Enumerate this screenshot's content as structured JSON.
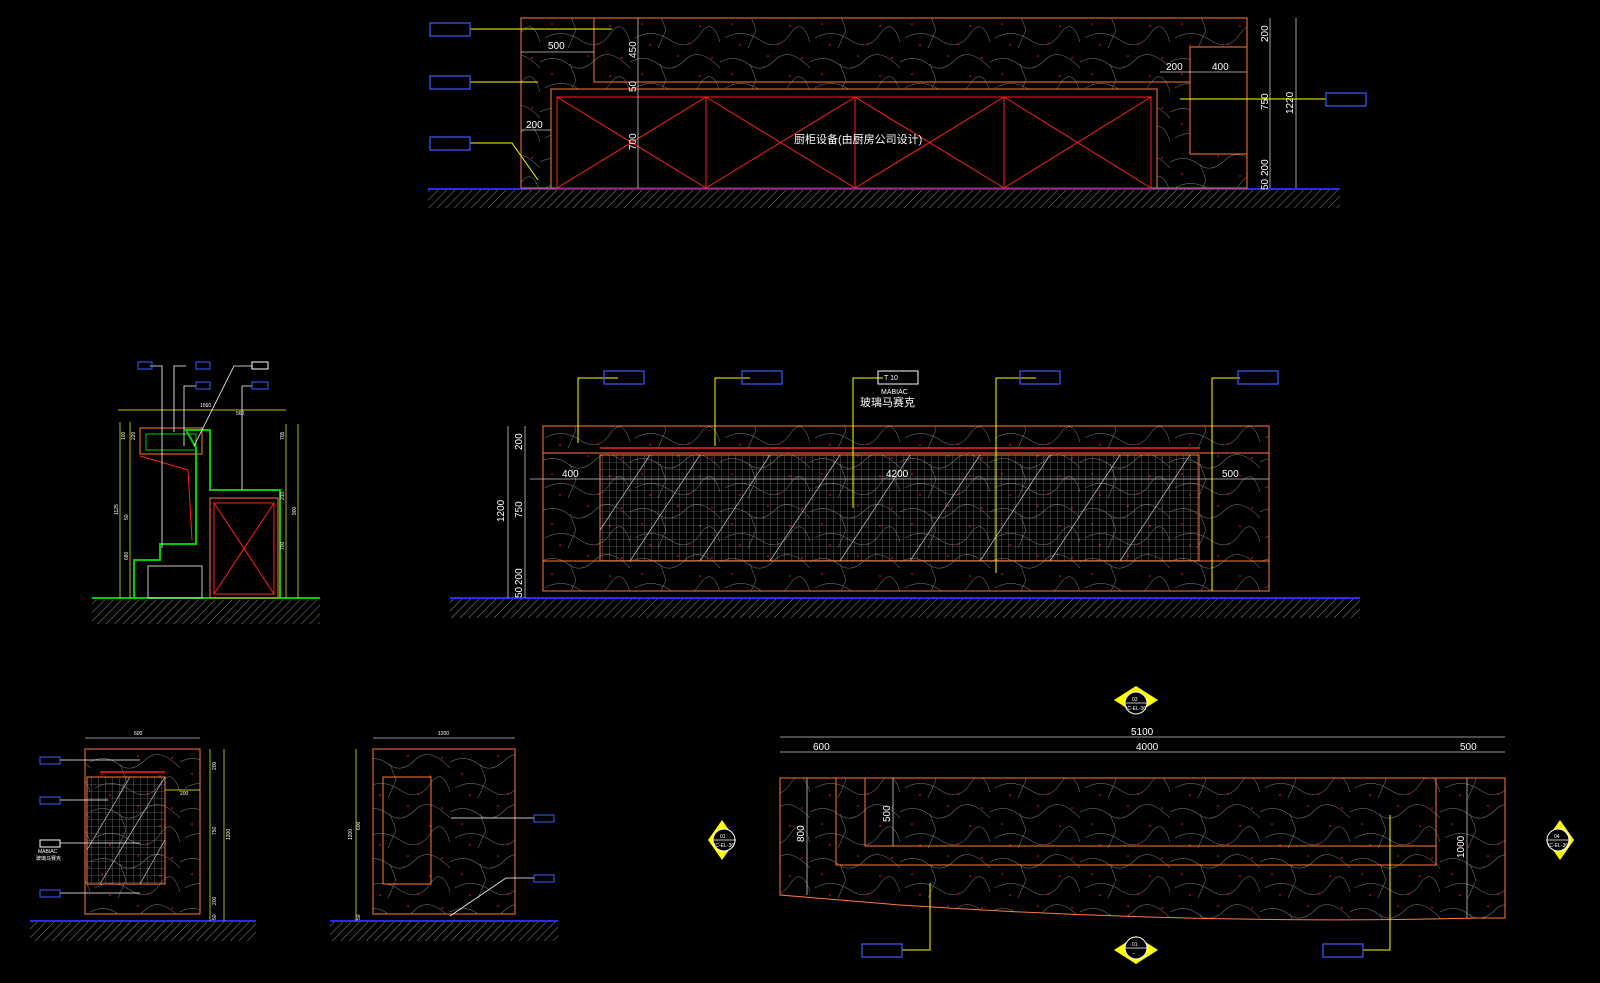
{
  "colors": {
    "background": "#000000",
    "outline": "#ff7a3c",
    "red": "#ff2020",
    "dimension": "#c8c8c8",
    "leader": "#ffff00",
    "tag": "#3c5cff",
    "ground": "#2828ff",
    "green": "#00cc00",
    "text": "#ffffff"
  },
  "elevation_top": {
    "dims": [
      "500",
      "450",
      "50",
      "700",
      "200",
      "200",
      "400",
      "200",
      "750",
      "1220",
      "200",
      "50"
    ],
    "note": "厨柜设备(由厨房公司设计)"
  },
  "elevation_front": {
    "material_code": "T   10",
    "material_name_en": "MABIAC",
    "material_name_cn": "玻璃马赛克",
    "dims_left": [
      "200",
      "750",
      "1200",
      "200",
      "50"
    ],
    "dims_inner": [
      "400",
      "4200",
      "500"
    ]
  },
  "section_side": {
    "dims": [
      "1560",
      "560",
      "100",
      "220",
      "1125",
      "50",
      "680",
      "705",
      "210",
      "700",
      "900"
    ]
  },
  "small_left": {
    "dims": [
      "600",
      "200",
      "200",
      "750",
      "1200",
      "200",
      "50"
    ],
    "tag_label": "MABIAC",
    "tag_label_cn": "玻璃马赛克"
  },
  "small_right": {
    "dims": [
      "1200",
      "1200",
      "600",
      "50"
    ]
  },
  "plan": {
    "dims_top": [
      "5100",
      "600",
      "4000",
      "500"
    ],
    "dims_inner": [
      "800",
      "500",
      "1000"
    ],
    "markers": [
      {
        "top": "01",
        "bottom": "IC-EL-36"
      },
      {
        "top": "03",
        "bottom": "IC-EL-36"
      },
      {
        "top": "04",
        "bottom": "IC-EL-36"
      },
      {
        "top": "01",
        "bottom": "--"
      }
    ]
  }
}
